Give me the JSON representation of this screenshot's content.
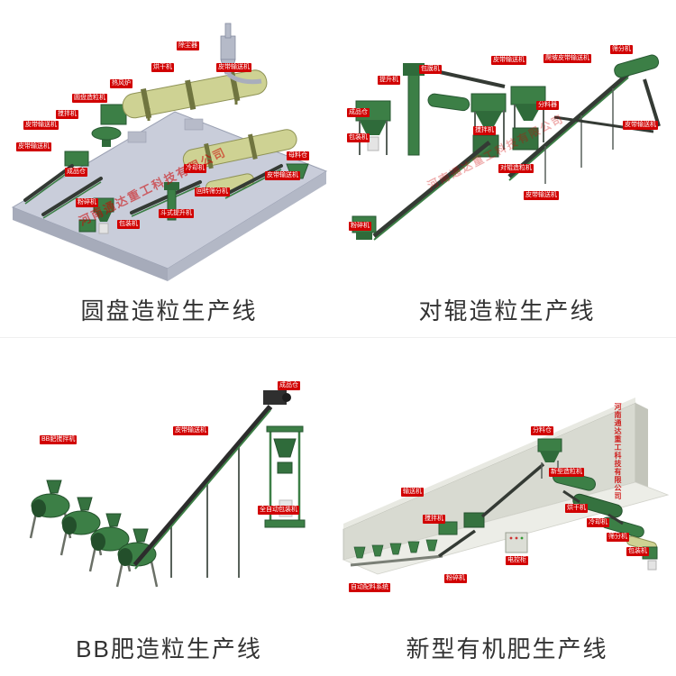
{
  "company_watermark": "河南通达重工科技有限公司",
  "colors": {
    "label_red": "#d10000",
    "machine_green": "#3c7f46",
    "drum_yellow": "#ced293",
    "platform_gray": "#c9cdda",
    "watermark_red": "#cc0000"
  },
  "panels": [
    {
      "id": "disc-granulation",
      "caption": "圆盘造粒生产线",
      "watermark": "河南通达重工科技有限公司",
      "labels": [
        "除尘器",
        "烘干机",
        "热风炉",
        "皮带输送机",
        "圆盘造粒机",
        "搅拌机",
        "皮带输送机",
        "皮带输送机",
        "成品仓",
        "粉碎机",
        "包装机",
        "斗式提升机",
        "回转筛分机",
        "冷却机",
        "母料仓",
        "皮带输送机"
      ]
    },
    {
      "id": "roller-granulation",
      "caption": "对辊造粒生产线",
      "watermark": "河南通达重工科技有限公司",
      "labels": [
        "提升机",
        "包膜机",
        "皮带输送机",
        "爬坡皮带输送机",
        "筛分机",
        "分料器",
        "皮带输送机",
        "成品仓",
        "包装机",
        "搅拌机",
        "对辊造粒机",
        "皮带输送机",
        "粉碎机"
      ]
    },
    {
      "id": "bb-fertilizer",
      "caption": "BB肥造粒生产线",
      "labels": [
        "BB肥搅拌机",
        "皮带输送机",
        "成品仓",
        "全自动包装机"
      ]
    },
    {
      "id": "organic-fertilizer",
      "caption": "新型有机肥生产线",
      "watermark": "河南通达重工科技有限公司",
      "labels": [
        "分料仓",
        "输送机",
        "新型造粒机",
        "粉碎机",
        "搅拌机",
        "电控柜",
        "自动配料系统",
        "烘干机",
        "冷却机",
        "筛分机",
        "包装机"
      ]
    }
  ]
}
